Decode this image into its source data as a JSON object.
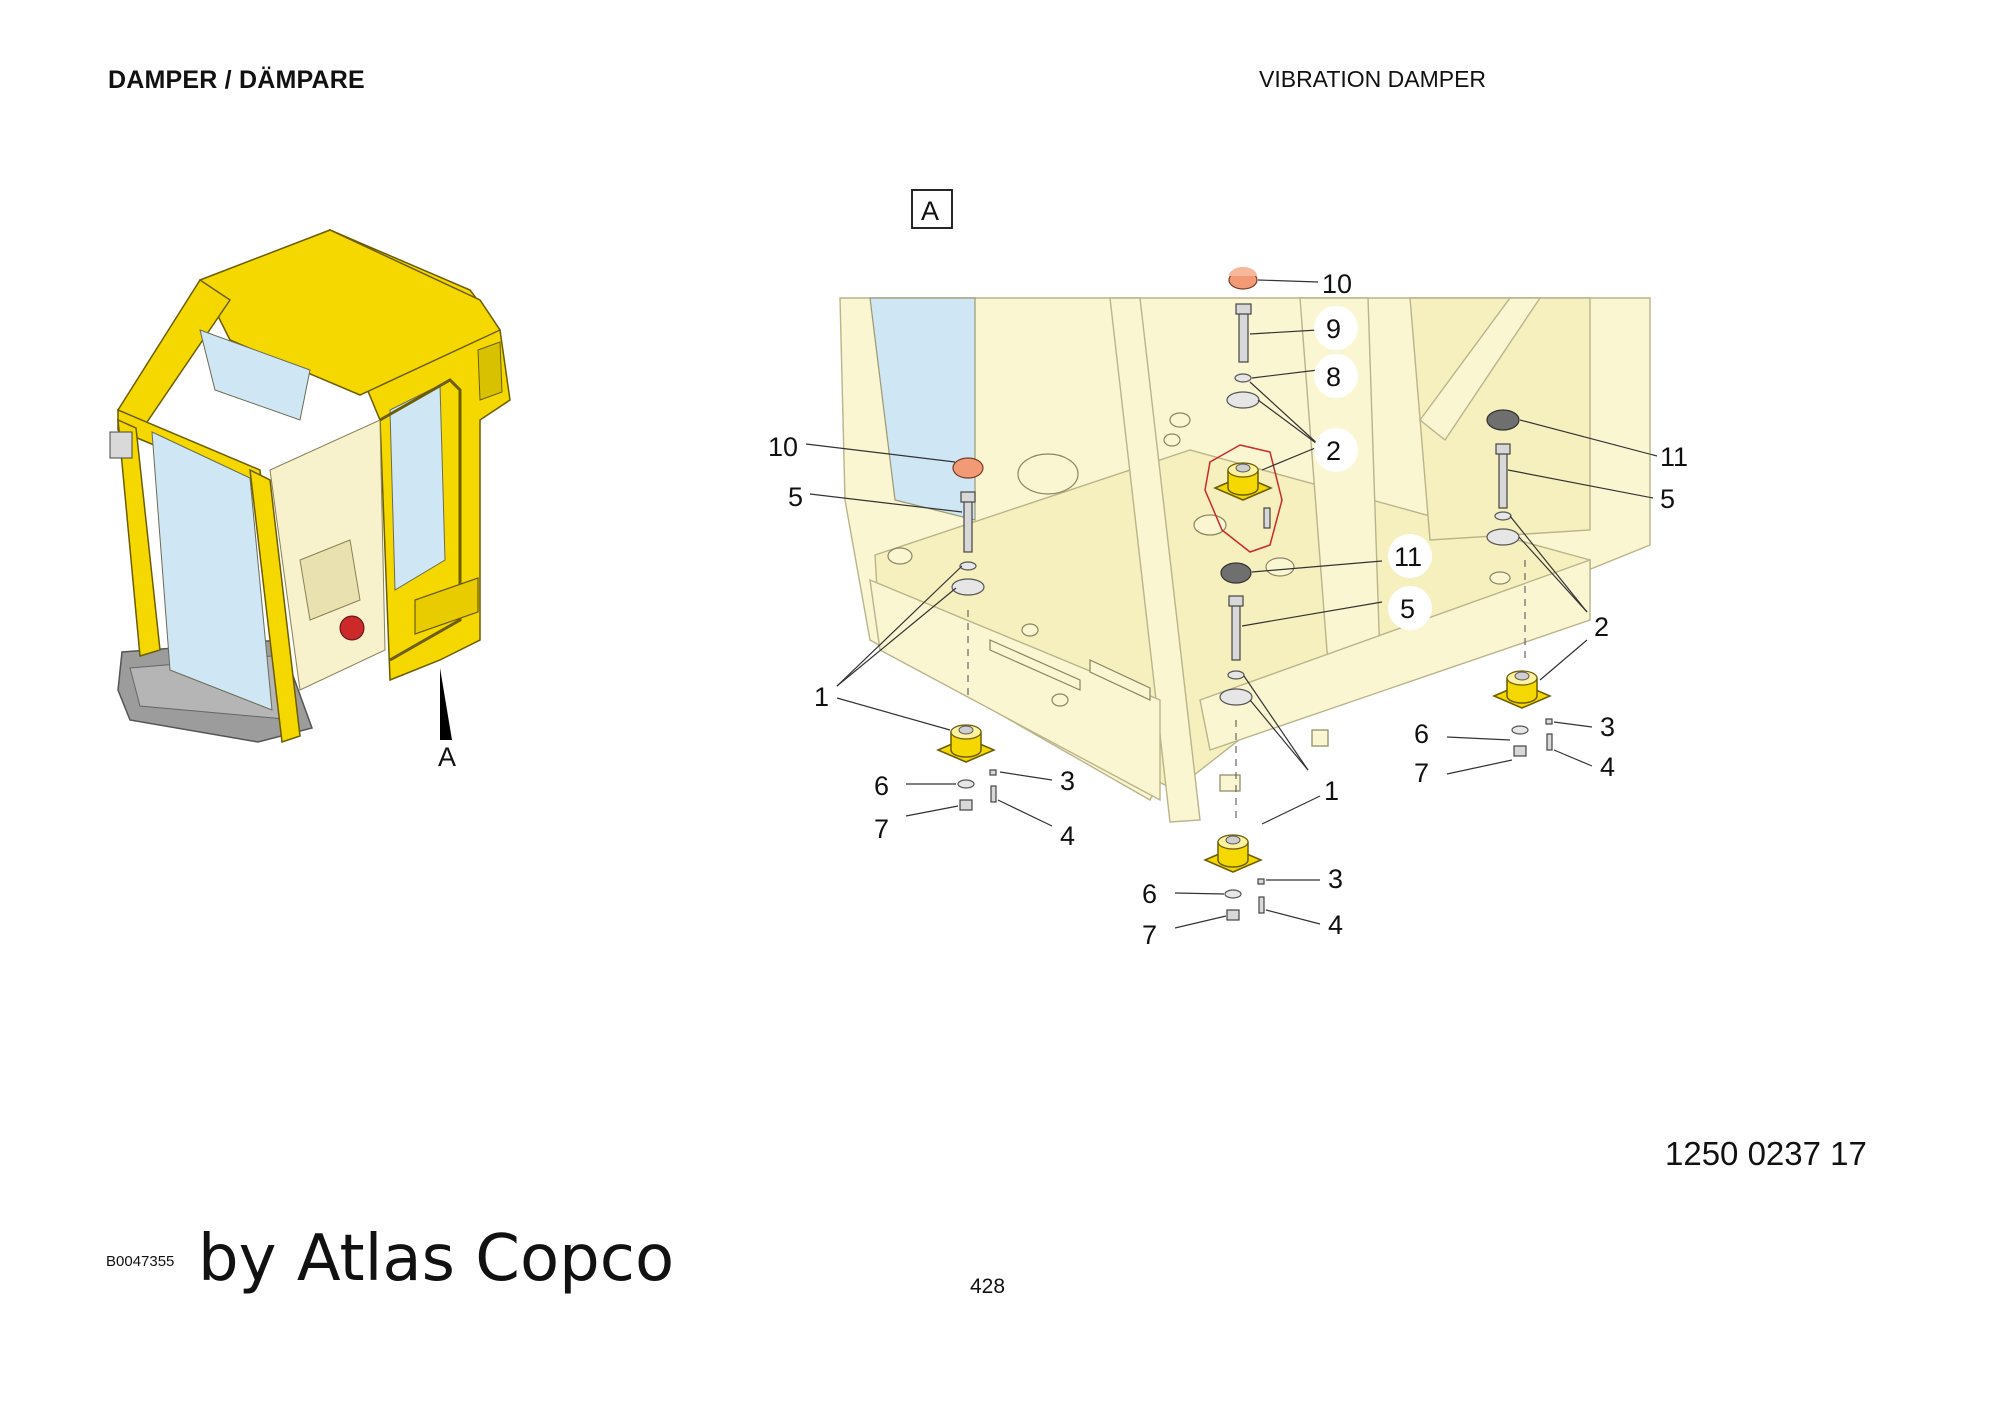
{
  "header": {
    "left_title": "DAMPER / DÄMPARE",
    "right_title": "VIBRATION DAMPER"
  },
  "diagram": {
    "view_label": "A",
    "view_arrow_label": "A",
    "callouts": [
      "10",
      "9",
      "8",
      "2",
      "10",
      "5",
      "11",
      "5",
      "11",
      "5",
      "2",
      "1",
      "6",
      "3",
      "7",
      "4",
      "1",
      "6",
      "3",
      "7",
      "4",
      "6",
      "3",
      "7",
      "4"
    ]
  },
  "footer": {
    "document_number": "1250 0237 17",
    "image_id": "B0047355",
    "brand": "by Atlas Copco",
    "page_number": "428"
  },
  "colors": {
    "cab_yellow": "#f5d800",
    "frame_cream": "#fbf6d2",
    "glass_blue": "#cfe6f4",
    "cap_orange": "#f29a76",
    "cap_grey": "#6f6f6f",
    "highlight_red": "#cc2a2a"
  }
}
